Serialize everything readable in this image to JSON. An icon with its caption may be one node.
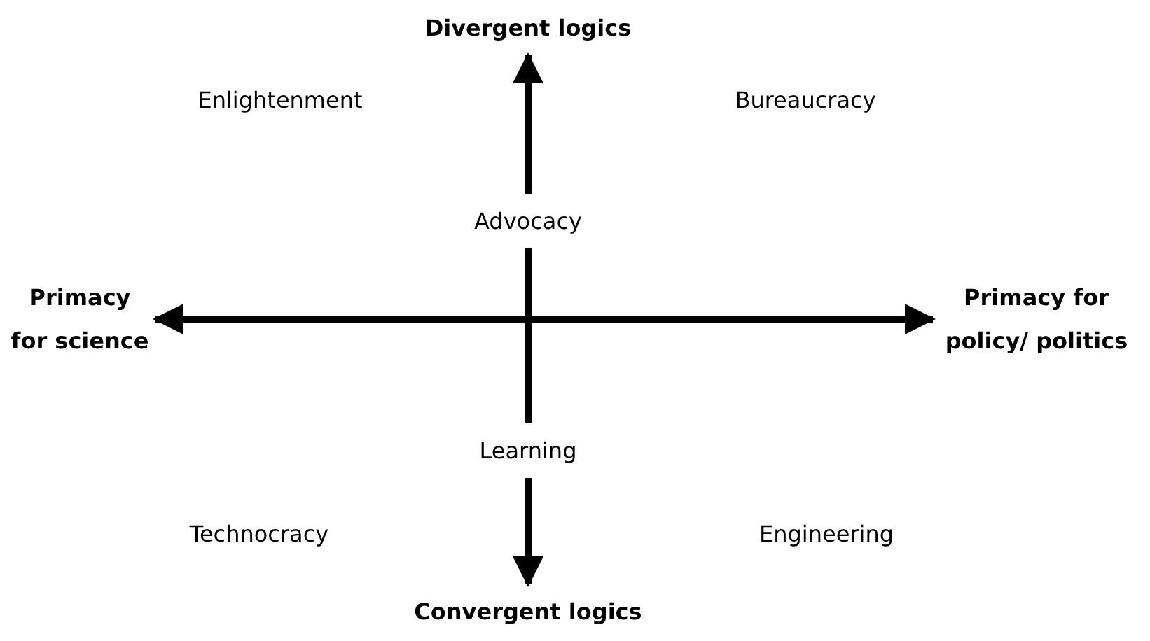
{
  "diagram": {
    "nodes": [
      {
        "text": [
          "Divergent logics"
        ]
      },
      {
        "text": [
          "Advocacy"
        ]
      },
      {
        "text": [
          "Primacy for science"
        ]
      },
      {
        "text": [
          "Primacy for policy/ politics"
        ]
      },
      {
        "text": [
          "Learning"
        ]
      },
      {
        "text": [
          "Convergent logics"
        ]
      }
    ],
    "edges": [
      {
        "from": 1,
        "to": 0,
        "arrow": "to"
      },
      {
        "from": 2,
        "to": 3,
        "arrow": "both"
      },
      {
        "from": 1,
        "to": 4,
        "arrow": "none"
      },
      {
        "from": 4,
        "to": 5,
        "arrow": "to"
      }
    ],
    "labels": [
      "Enlightenment",
      "Bureaucracy",
      "Technocracy",
      "Engineering"
    ]
  }
}
